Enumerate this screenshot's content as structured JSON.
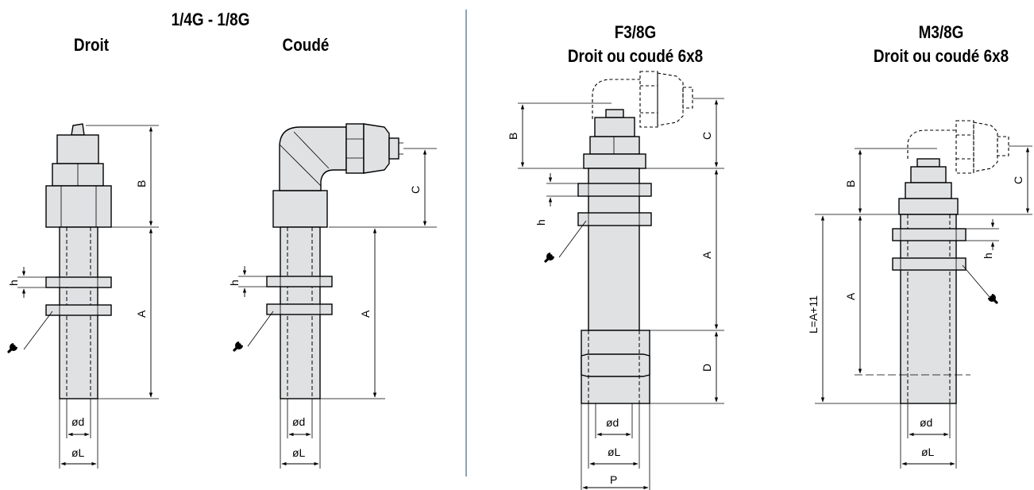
{
  "headers": {
    "group_left": "1/4G - 1/8G",
    "droit": "Droit",
    "coude": "Coudé",
    "f38_title": "F3/8G",
    "f38_sub": "Droit ou coudé 6x8",
    "m38_title": "M3/8G",
    "m38_sub": "Droit ou coudé 6x8"
  },
  "dimension_labels": {
    "A": "A",
    "B": "B",
    "C": "C",
    "D": "D",
    "h": "h",
    "P": "P",
    "od": "ød",
    "oL": "øL",
    "L_formula": "L=A+11"
  },
  "colors": {
    "part_fill": "#dfe1e3",
    "line": "#000000",
    "separator": "#8ea2b6"
  },
  "icons": [
    "wrench-icon"
  ]
}
